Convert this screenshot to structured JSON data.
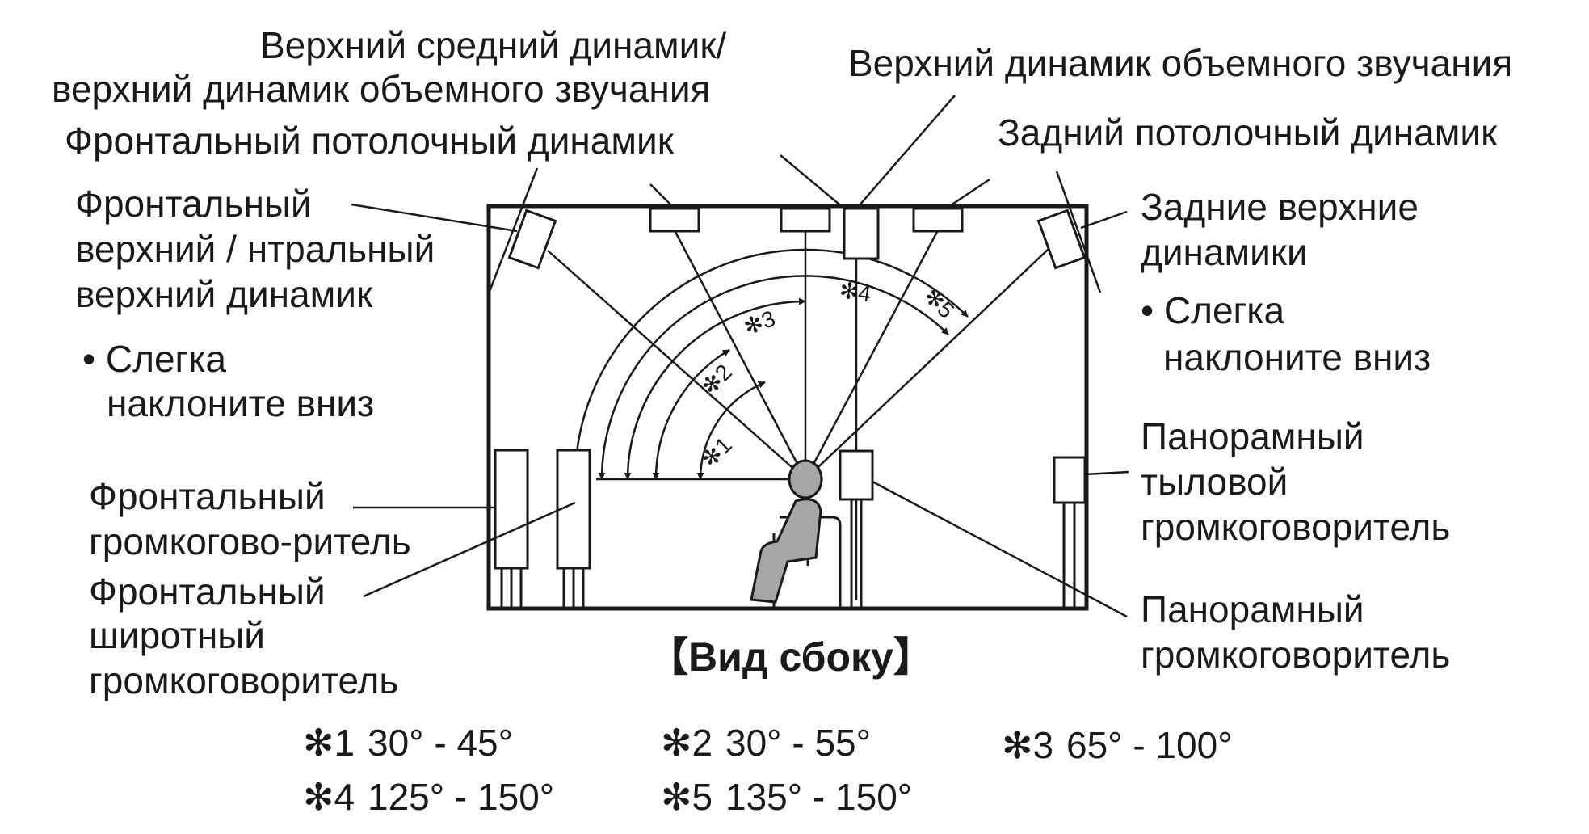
{
  "diagram": {
    "labels": {
      "top_middle_line1": "Верхний средний динамик/",
      "top_middle_line2": "верхний динамик объемного звучания",
      "top_surround": "Верхний динамик объемного звучания",
      "front_ceiling": "Фронтальный потолочный динамик",
      "rear_ceiling": "Задний потолочный динамик",
      "front_height_line1": "Фронтальный",
      "front_height_line2": "верхний / нтральный",
      "front_height_line3": "верхний динамик",
      "front_tilt_line1": "• Слегка",
      "front_tilt_line2": "наклоните вниз",
      "rear_height_line1": "Задние верхние",
      "rear_height_line2": "динамики",
      "rear_tilt_line1": "• Слегка",
      "rear_tilt_line2": "наклоните вниз",
      "front_speaker_line1": "Фронтальный",
      "front_speaker_line2": "громкогово-ритель",
      "front_wide_line1": "Фронтальный",
      "front_wide_line2": "широтный",
      "front_wide_line3": "громкоговоритель",
      "surround_back_line1": "Панорамный",
      "surround_back_line2": "тыловой",
      "surround_back_line3": "громкоговоритель",
      "surround_line1": "Панорамный",
      "surround_line2": "громкоговоритель",
      "view_title": "【Вид сбоку】"
    },
    "angle_markers": [
      "✻1",
      "✻2",
      "✻3",
      "✻4",
      "✻5"
    ],
    "notes": [
      {
        "mark": "✻1",
        "range": "30° - 45°"
      },
      {
        "mark": "✻2",
        "range": "30° - 55°"
      },
      {
        "mark": "✻3",
        "range": "65° - 100°"
      },
      {
        "mark": "✻4",
        "range": "125° - 150°"
      },
      {
        "mark": "✻5",
        "range": "135° - 150°"
      }
    ],
    "colors": {
      "line": "#1a1a1a",
      "listener": "#a6a6a6",
      "background": "#ffffff"
    }
  }
}
